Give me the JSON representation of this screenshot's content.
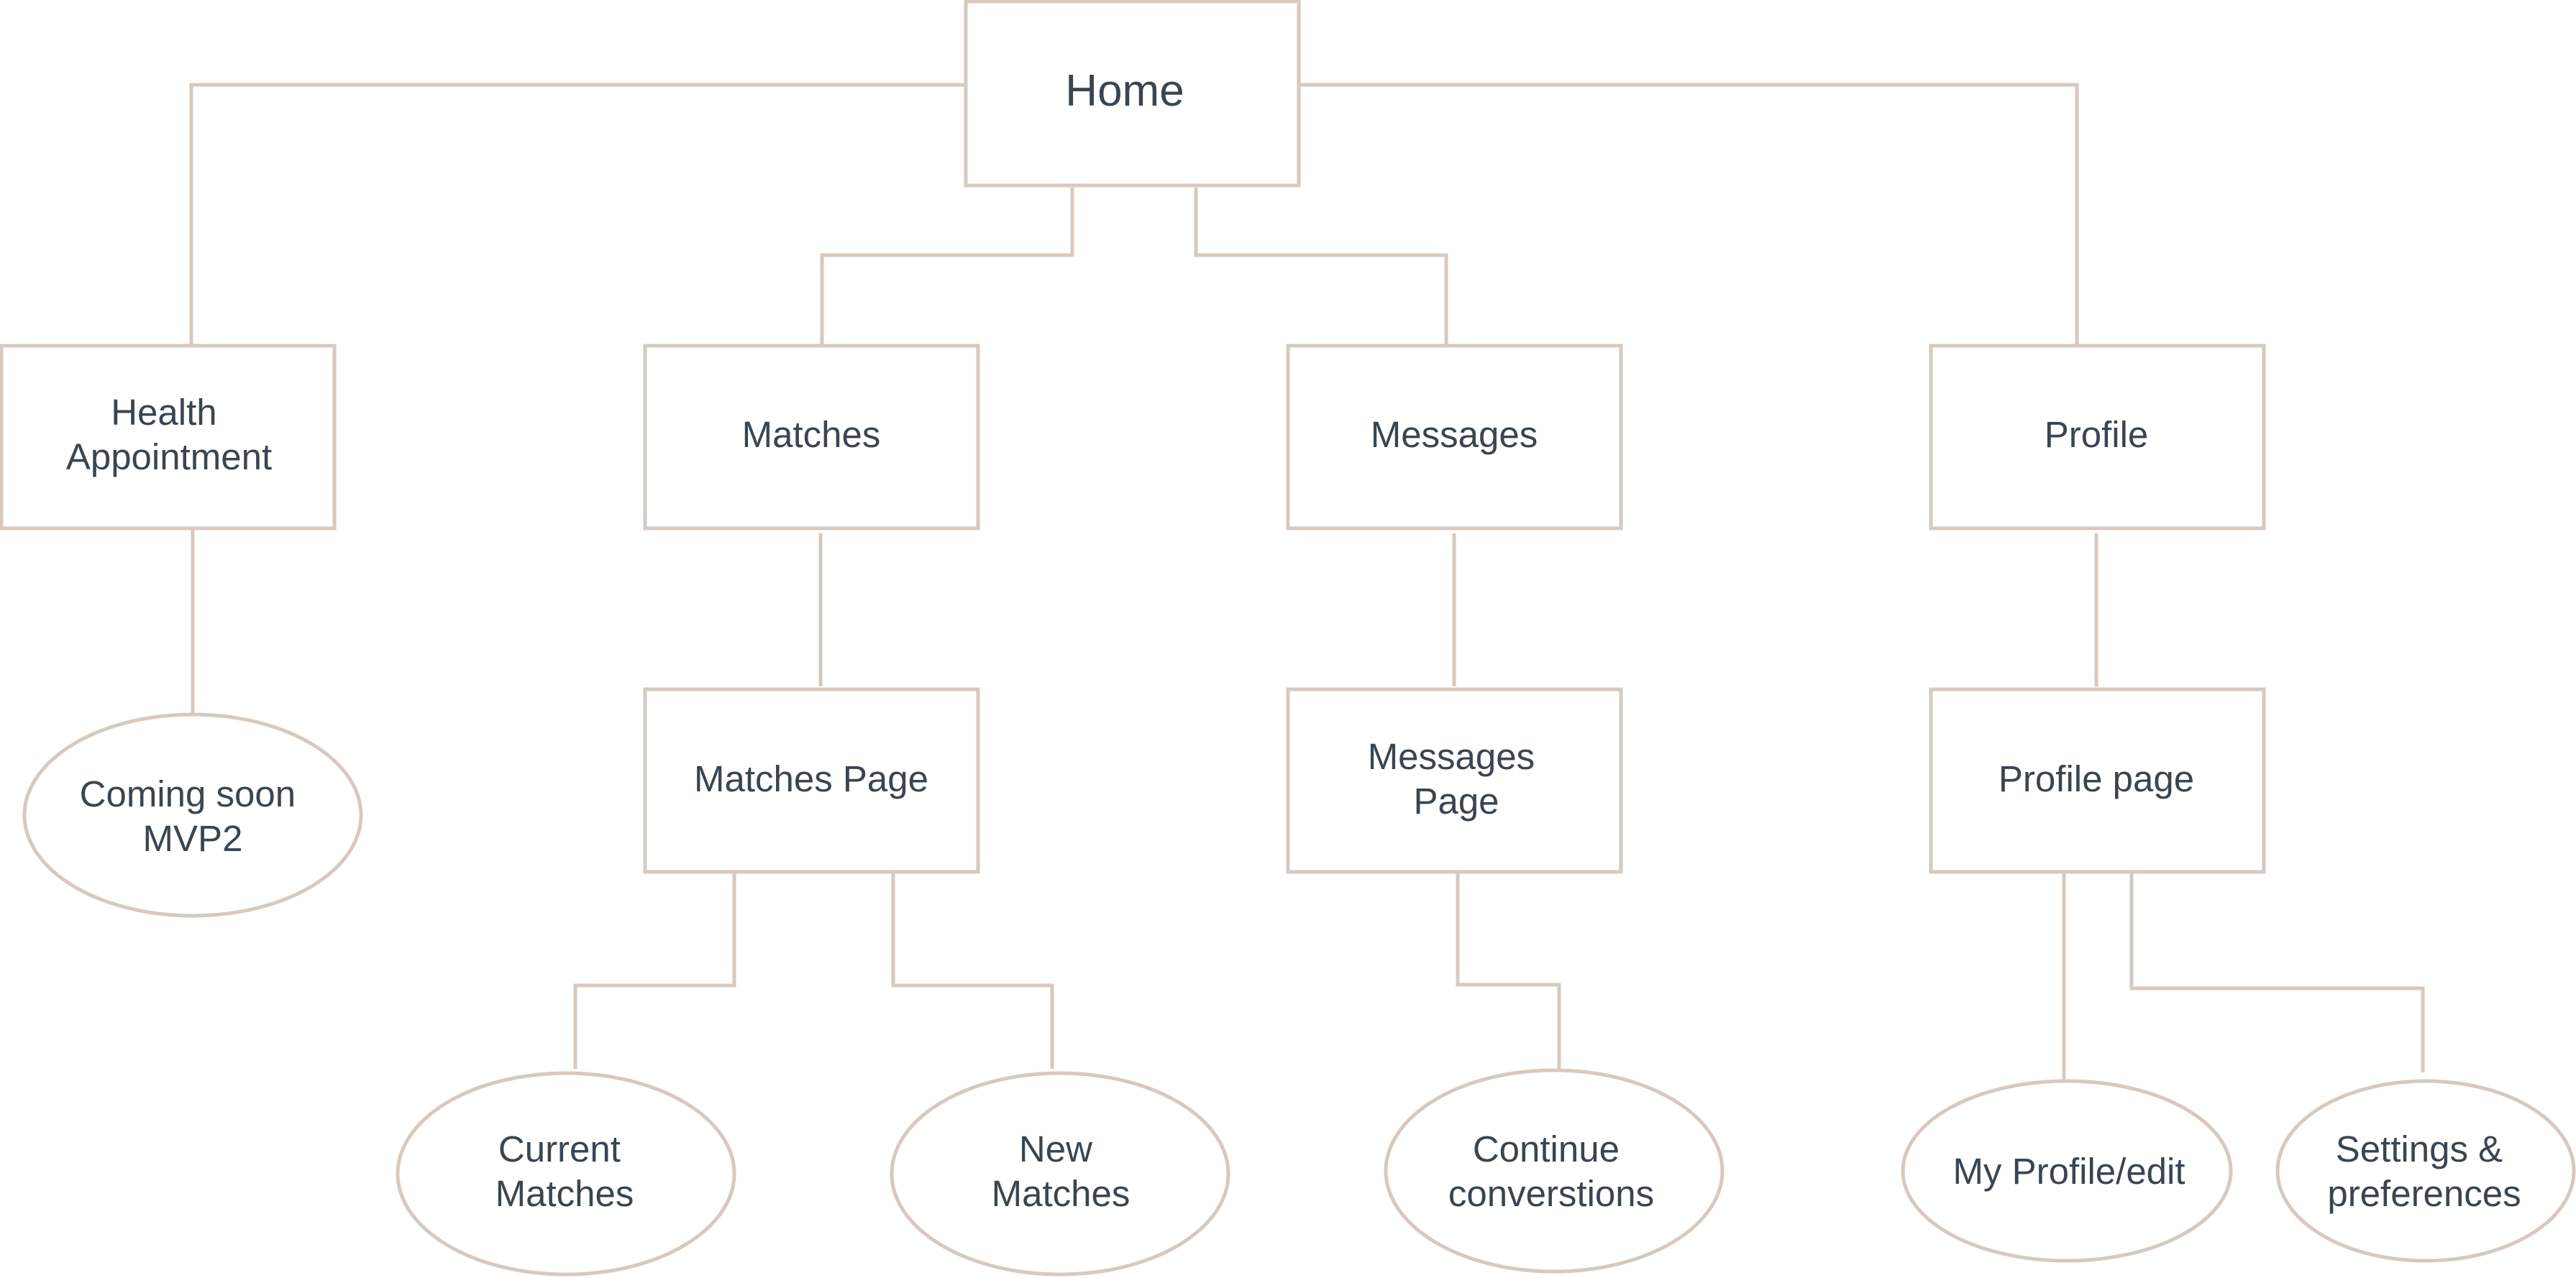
{
  "nodes": {
    "home": {
      "lines": [
        "Home"
      ]
    },
    "health": {
      "lines": [
        "Health",
        "Appointment"
      ]
    },
    "matches": {
      "lines": [
        "Matches"
      ]
    },
    "messages": {
      "lines": [
        "Messages"
      ]
    },
    "profile": {
      "lines": [
        "Profile"
      ]
    },
    "coming_soon": {
      "lines": [
        "Coming soon",
        "MVP2"
      ]
    },
    "matches_page": {
      "lines": [
        "Matches Page"
      ]
    },
    "messages_page": {
      "lines": [
        "Messages",
        "Page"
      ]
    },
    "profile_page": {
      "lines": [
        "Profile page"
      ]
    },
    "current_matches": {
      "lines": [
        "Current",
        "Matches"
      ]
    },
    "new_matches": {
      "lines": [
        "New",
        "Matches"
      ]
    },
    "continue_conversations": {
      "lines": [
        "Continue",
        "converstions"
      ]
    },
    "my_profile_edit": {
      "lines": [
        "My Profile/edit"
      ]
    },
    "settings_preferences": {
      "lines": [
        "Settings &",
        "preferences"
      ]
    }
  },
  "colors": {
    "stroke": "#d7c9c0",
    "text": "#3a4552",
    "background": "#ffffff"
  }
}
